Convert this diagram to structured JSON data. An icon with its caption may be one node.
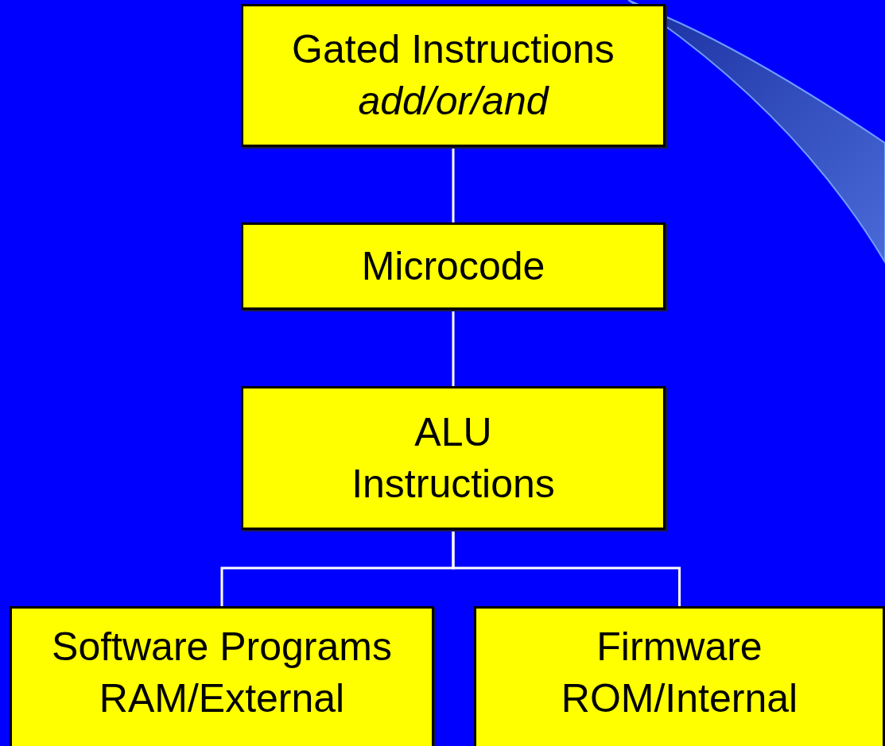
{
  "diagram": {
    "nodes": [
      {
        "text": [
          "Gated Instructions",
          "add/or/and"
        ]
      },
      {
        "text": [
          "Microcode"
        ]
      },
      {
        "text": [
          "ALU Instructions"
        ]
      },
      {
        "text": [
          "Software Programs RAM/External"
        ]
      },
      {
        "text": [
          "Firmware ROM/Internal"
        ]
      }
    ],
    "edges": [
      {
        "from": 0,
        "to": 1,
        "arrow": "none"
      },
      {
        "from": 1,
        "to": 2,
        "arrow": "none"
      },
      {
        "from": 2,
        "to": 3,
        "arrow": "none"
      },
      {
        "from": 2,
        "to": 4,
        "arrow": "none"
      }
    ]
  }
}
